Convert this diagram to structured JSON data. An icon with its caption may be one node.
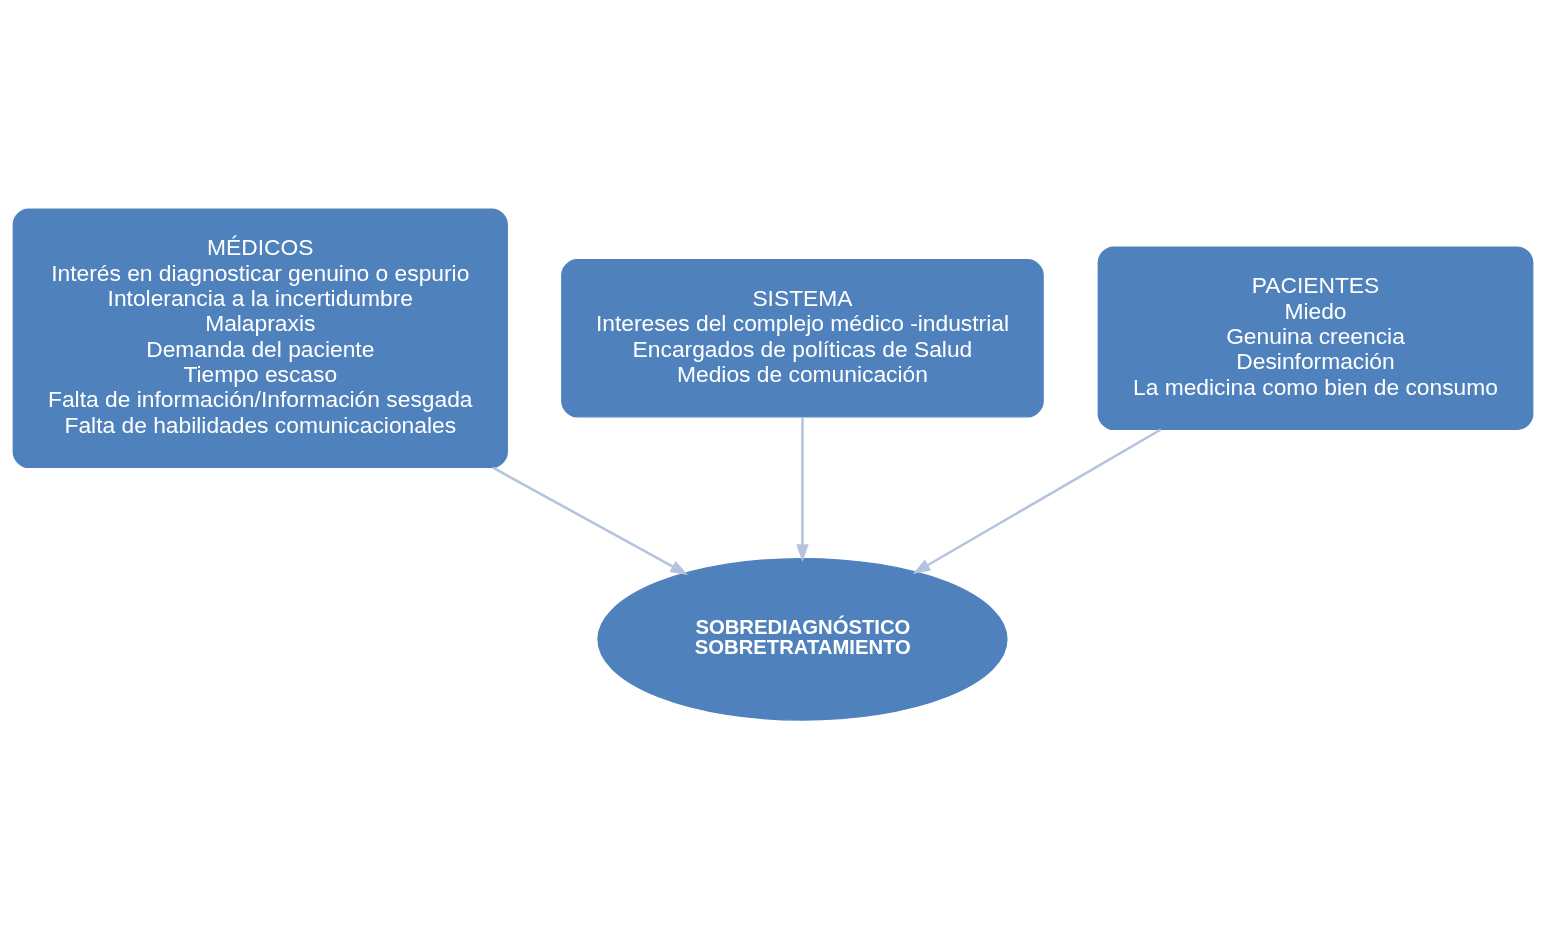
{
  "diagram": {
    "nodes": [
      {
        "text": [
          "MÉDICOS",
          "Interés en diagnosticar genuino o espurio",
          "Intolerancia a la incertidumbre",
          "Malapraxis",
          "Demanda del paciente",
          "Tiempo escaso",
          "Falta de información/Información sesgada",
          "Falta de habilidades comunicacionales"
        ]
      },
      {
        "text": [
          "SISTEMA",
          "Intereses del complejo médico -industrial",
          "Encargados de políticas de Salud",
          "Medios de comunicación"
        ]
      },
      {
        "text": [
          "PACIENTES",
          "Miedo",
          "Genuina creencia",
          "Desinformación",
          "La medicina como bien de consumo"
        ]
      },
      {
        "text": [
          "SOBREDIAGNÓSTICO",
          "SOBRETRATAMIENTO"
        ]
      }
    ],
    "edges": [
      {
        "from": 0,
        "to": 3,
        "arrow": "to"
      },
      {
        "from": 1,
        "to": 3,
        "arrow": "to"
      },
      {
        "from": 2,
        "to": 3,
        "arrow": "to"
      }
    ]
  }
}
